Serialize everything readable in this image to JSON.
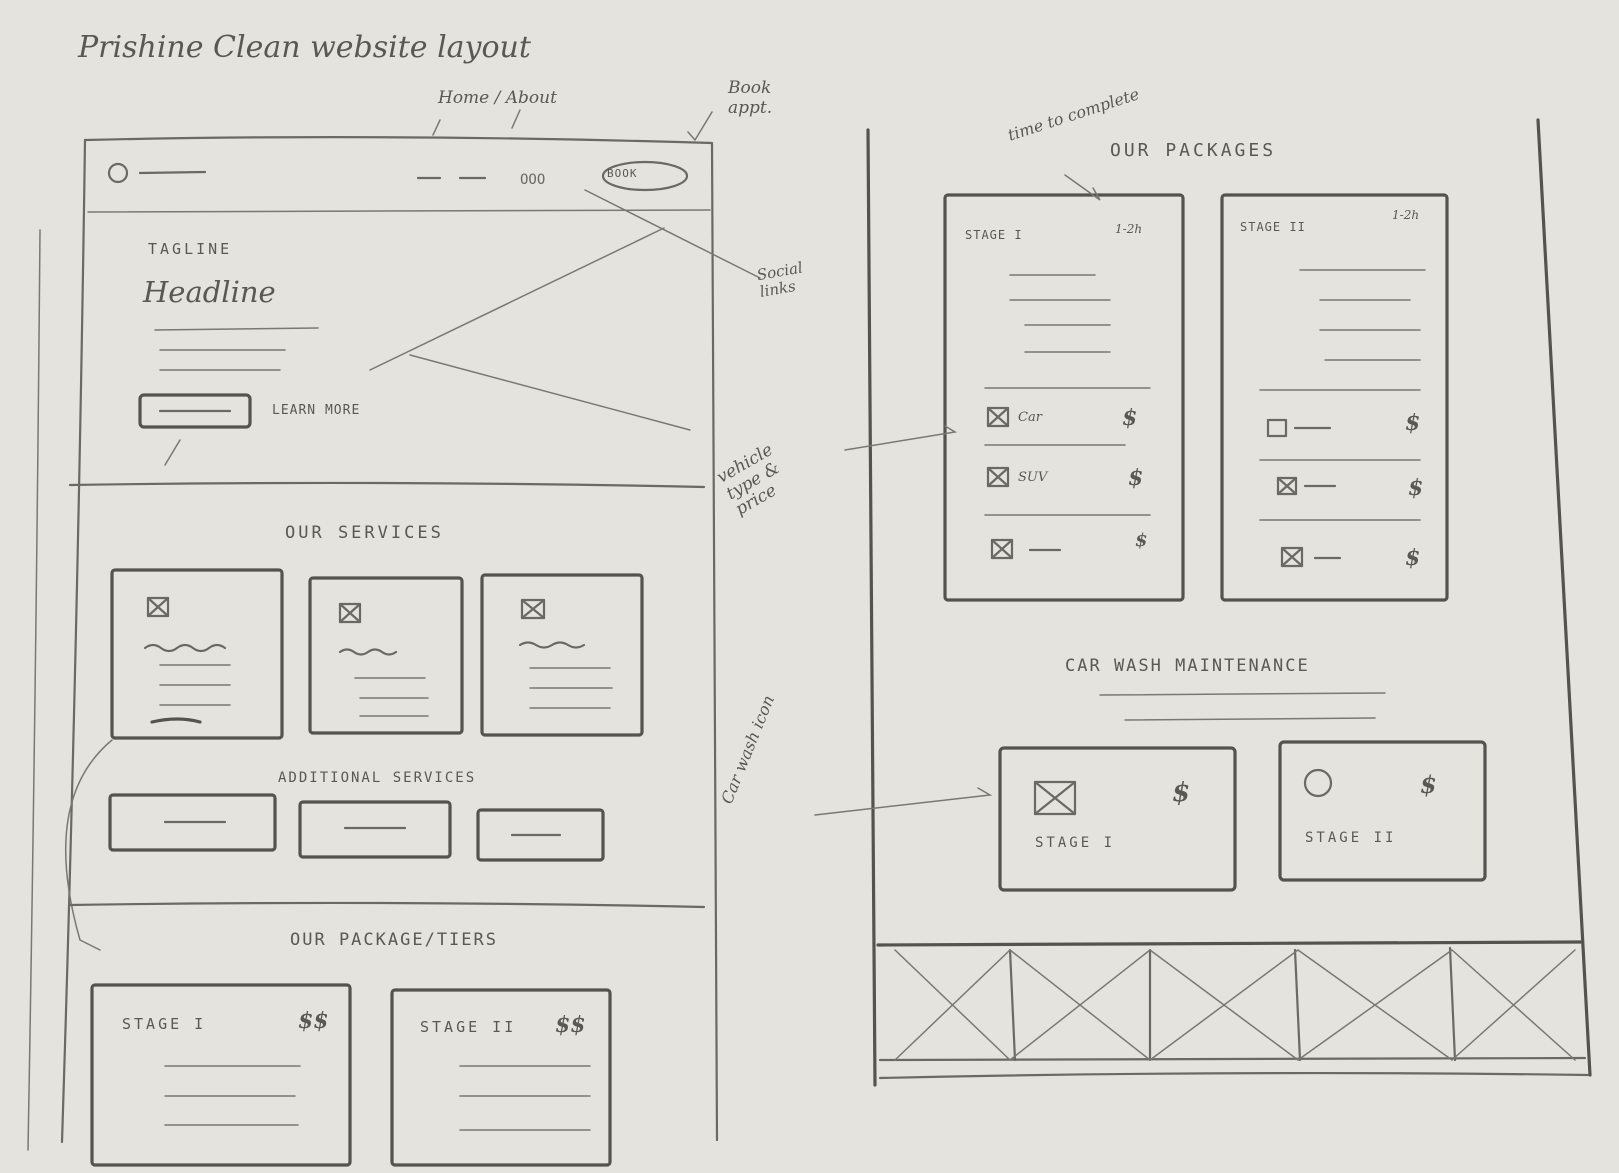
{
  "sketch": {
    "title": "Prishine Clean website layout",
    "notes": {
      "nav_links": "Home / About",
      "book_appt": "Book appt.",
      "social_links": "Social links",
      "vehicle_type_price": "vehicle type & price",
      "time_to_complete": "time to complete",
      "car_wash_icon": "Car wash icon"
    },
    "left_page": {
      "nav_button": "BOOK",
      "tagline": "TAGLINE",
      "headline": "Headline",
      "learn_more": "LEARN MORE",
      "our_services": "OUR SERVICES",
      "additional_services": "ADDITIONAL SERVICES",
      "our_packages_tiers": "OUR PACKAGE/TIERS",
      "tier_cards": [
        {
          "label": "STAGE I",
          "price": "$$"
        },
        {
          "label": "STAGE II",
          "price": "$$"
        }
      ]
    },
    "right_page": {
      "our_packages": "OUR PACKAGES",
      "package_cards": [
        {
          "label": "STAGE I",
          "time": "1-2h",
          "rows": [
            {
              "name": "Car",
              "price": "$"
            },
            {
              "name": "SUV",
              "price": "$"
            },
            {
              "name": "",
              "price": "$"
            }
          ]
        },
        {
          "label": "STAGE II",
          "time": "1-2h",
          "rows": [
            {
              "name": "",
              "price": "$"
            },
            {
              "name": "",
              "price": "$"
            },
            {
              "name": "",
              "price": "$"
            }
          ]
        }
      ],
      "car_wash_maintenance": "CAR WASH MAINTENANCE",
      "maintenance_cards": [
        {
          "label": "STAGE I",
          "price": "$"
        },
        {
          "label": "STAGE II",
          "price": "$"
        }
      ]
    }
  }
}
